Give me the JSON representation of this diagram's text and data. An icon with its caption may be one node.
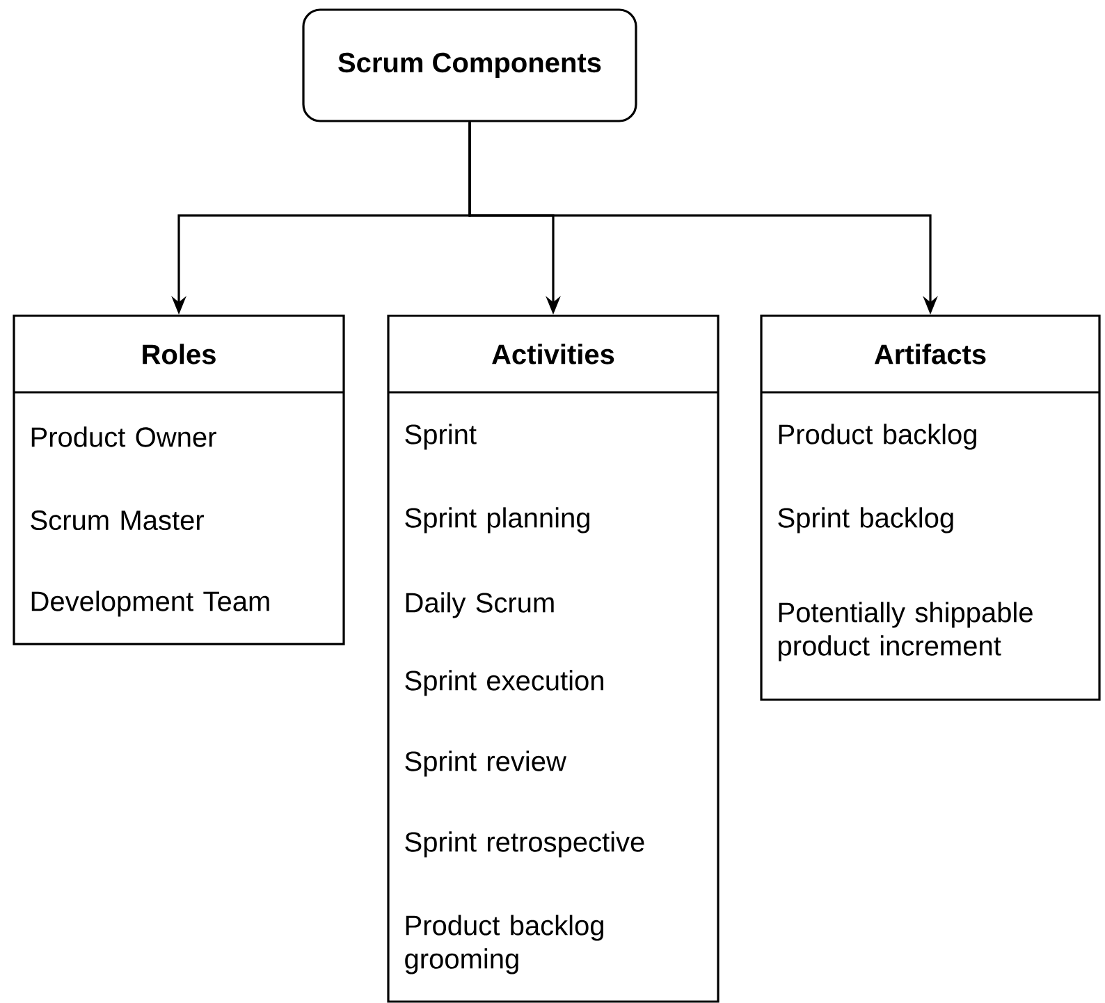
{
  "diagram": {
    "nodes": [
      {
        "text": [
          "Scrum Components"
        ]
      },
      {
        "text": [
          "Roles",
          "Product Owner",
          "Scrum Master",
          "Development Team"
        ]
      },
      {
        "text": [
          "Activities",
          "Sprint",
          "Sprint planning",
          "Daily Scrum",
          "Sprint execution",
          "Sprint review",
          "Sprint retrospective",
          "Product backlog grooming"
        ]
      },
      {
        "text": [
          "Artifacts",
          "Product backlog",
          "Sprint backlog",
          "Potentially shippable product increment"
        ]
      }
    ],
    "edges": [
      {
        "from": 0,
        "to": 1,
        "arrow": "to"
      },
      {
        "from": 0,
        "to": 2,
        "arrow": "to"
      },
      {
        "from": 0,
        "to": 3,
        "arrow": "to"
      }
    ]
  }
}
